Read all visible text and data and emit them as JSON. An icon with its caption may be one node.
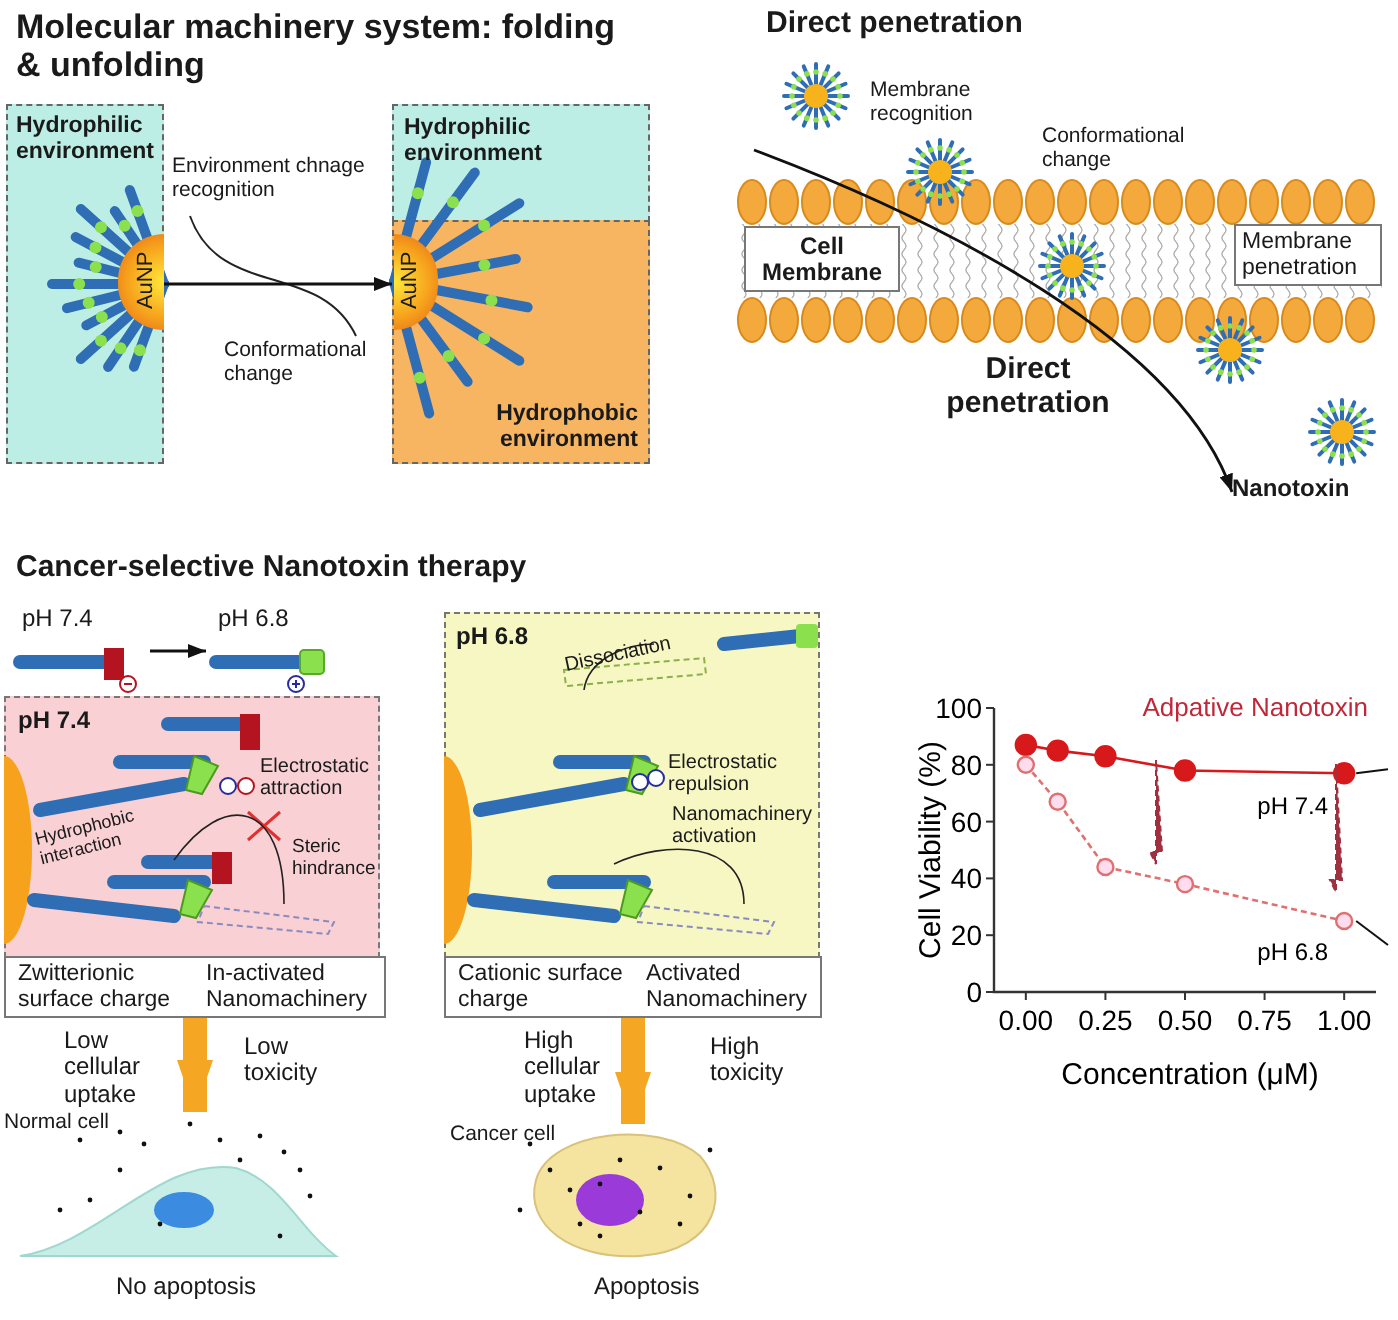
{
  "diagram": {
    "nodes": [
      {
        "text": [
          "Hydrophilic environment"
        ]
      },
      {
        "text": [
          "AuNP"
        ],
        "in": 0
      },
      {
        "text": [
          "Hydrophilic environment"
        ]
      },
      {
        "text": [
          "Hydrophobic environment"
        ]
      },
      {
        "text": [
          "AuNP"
        ],
        "in": 3
      },
      {
        "text": [
          "Cell Membrane"
        ]
      },
      {
        "text": [
          "Membrane penetration"
        ]
      },
      {
        "text": [
          "Nanotoxin"
        ]
      },
      {
        "text": [
          "pH 7.4"
        ]
      },
      {
        "text": [
          "pH 6.8"
        ]
      },
      {
        "text": [
          "pH 7.4"
        ]
      },
      {
        "text": [
          "Zwitterionic surface charge",
          "In-activated Nanomachinery"
        ]
      },
      {
        "text": [
          "Normal cell"
        ],
        "beside": [
          "No apoptosis"
        ]
      },
      {
        "text": [
          "pH 6.8"
        ]
      },
      {
        "text": [
          "Cationic surface charge",
          "Activated Nanomachinery"
        ]
      },
      {
        "text": [
          "Cancer cell"
        ],
        "beside": [
          "Apoptosis"
        ]
      }
    ],
    "edges": [
      {
        "from": 0,
        "to": 3,
        "arrow": "to"
      },
      {
        "from": null,
        "to": 7,
        "arrow": "to",
        "label": "Direct penetration"
      },
      {
        "from": 8,
        "to": 9,
        "arrow": "to"
      },
      {
        "from": 11,
        "to": 12,
        "arrow": "to",
        "style": "thick",
        "color": "#f5a623"
      },
      {
        "from": 14,
        "to": 15,
        "arrow": "to",
        "style": "thick",
        "color": "#f5a623"
      }
    ],
    "labels": [
      "Molecular machinery system: folding & unfolding",
      "Environment chnage recognition",
      "Conformational change",
      "Direct penetration",
      "Membrane recognition",
      "Conformational change",
      "Cancer-selective Nanotoxin therapy",
      "Electrostatic attraction",
      "Hydrophobic interaction",
      "Steric hindrance",
      "Low cellular uptake",
      "Low toxicity",
      "Dissociation",
      "Electrostatic repulsion",
      "Nanomachinery activation",
      "High cellular uptake",
      "High toxicity"
    ],
    "chart_data": {
      "type": "line",
      "title": "Adpative Nanotoxin",
      "xlabel": "Concentration (μM)",
      "ylabel": "Cell Viability (%)",
      "x": [
        0,
        0.1,
        0.25,
        0.5,
        1
      ],
      "series": [
        {
          "name": "pH 7.4",
          "color": "#d7191c",
          "marker": "circle",
          "values": [
            87,
            85,
            83,
            78,
            77
          ]
        },
        {
          "name": "pH 6.8",
          "color": "#e07070",
          "marker": "circle",
          "line_style": "dashed",
          "values": [
            80,
            67,
            44,
            38,
            25
          ]
        }
      ],
      "xlim": [
        -0.1,
        1.1
      ],
      "ylim": [
        0,
        100
      ],
      "xticks": [
        {
          "value": 0,
          "label": "0.00"
        },
        {
          "value": 0.25,
          "label": "0.25"
        },
        {
          "value": 0.5,
          "label": "0.50"
        },
        {
          "value": 0.75,
          "label": "0.75"
        },
        {
          "value": 1,
          "label": "1.00"
        }
      ],
      "yticks": [
        0,
        20,
        40,
        60,
        80,
        100
      ]
    }
  }
}
